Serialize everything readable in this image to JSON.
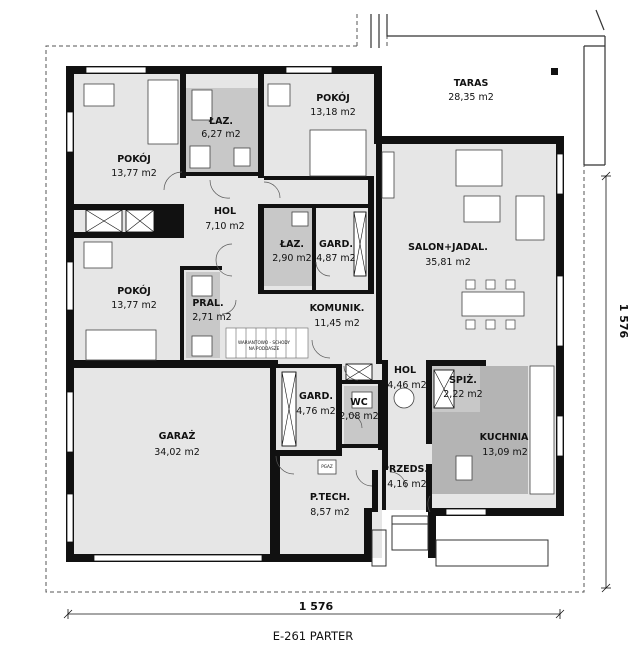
{
  "plan": {
    "caption": "E-261 PARTER",
    "dim_horizontal": "1 576",
    "dim_vertical": "1 576",
    "stair_note_1": "WARIANTOWO - SCHODY",
    "stair_note_2": "NA PODDASZE",
    "boiler_label": "PGAZ",
    "colors": {
      "wall": "#111111",
      "floor": "#e6e6e6",
      "wet_room": "#c8c8c8",
      "kitchen_island": "#b4b4b4",
      "terrace": "#ffffff"
    },
    "rooms": [
      {
        "id": "taras",
        "name": "TARAS",
        "area": "28,35 m2"
      },
      {
        "id": "lazienka",
        "name": "ŁAZ.",
        "area": "6,27 m2"
      },
      {
        "id": "pokoj-1",
        "name": "POKÓJ",
        "area": "13,18 m2"
      },
      {
        "id": "pokoj-2",
        "name": "POKÓJ",
        "area": "13,77 m2"
      },
      {
        "id": "hol-1",
        "name": "HOL",
        "area": "7,10 m2"
      },
      {
        "id": "lazienka-2",
        "name": "ŁAZ.",
        "area": "2,90 m2"
      },
      {
        "id": "garderoba-1",
        "name": "GARD.",
        "area": "4,87 m2"
      },
      {
        "id": "salon",
        "name": "SALON+JADAL.",
        "area": "35,81 m2"
      },
      {
        "id": "pokoj-3",
        "name": "POKÓJ",
        "area": "13,77 m2"
      },
      {
        "id": "pralnia",
        "name": "PRAL.",
        "area": "2,71 m2"
      },
      {
        "id": "komunikacja",
        "name": "KOMUNIK.",
        "area": "11,45 m2"
      },
      {
        "id": "hol-2",
        "name": "HOL",
        "area": "4,46 m2"
      },
      {
        "id": "spizarnia",
        "name": "SPIŻ.",
        "area": "2,22 m2"
      },
      {
        "id": "garderoba-2",
        "name": "GARD.",
        "area": "4,76 m2"
      },
      {
        "id": "wc",
        "name": "WC",
        "area": "2,08 m2"
      },
      {
        "id": "kuchnia",
        "name": "KUCHNIA",
        "area": "13,09 m2"
      },
      {
        "id": "garaz",
        "name": "GARAŻ",
        "area": "34,02 m2"
      },
      {
        "id": "przedsionek",
        "name": "PRZEDS.",
        "area": "4,16 m2"
      },
      {
        "id": "pom-tech",
        "name": "P.TECH.",
        "area": "8,57 m2"
      }
    ]
  }
}
